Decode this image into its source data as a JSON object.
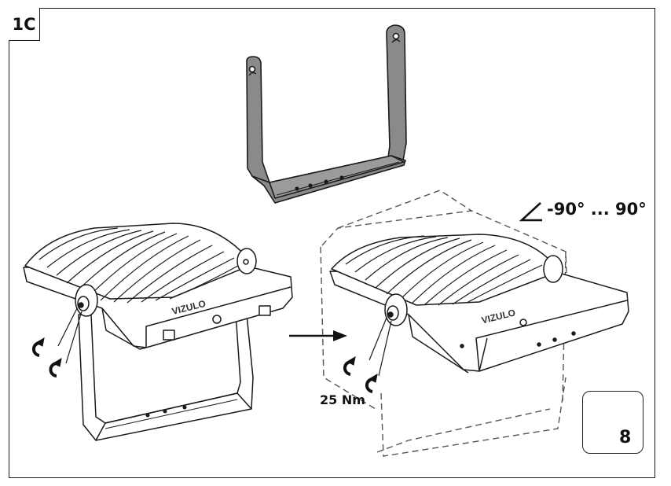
{
  "step": {
    "label": "1C"
  },
  "brand": {
    "logo_text": "VIZULO"
  },
  "callouts": {
    "rotation_range": "-90° ... 90°",
    "torque": "25 Nm"
  },
  "tool": {
    "icons": [
      "screwdriver-icon",
      "hex-socket-icon"
    ],
    "size": "8"
  },
  "colors": {
    "line": "#1a1a1a",
    "bracket_fill": "#8a8a8a",
    "fixture_fill": "#ffffff",
    "ghost": "#555555"
  }
}
